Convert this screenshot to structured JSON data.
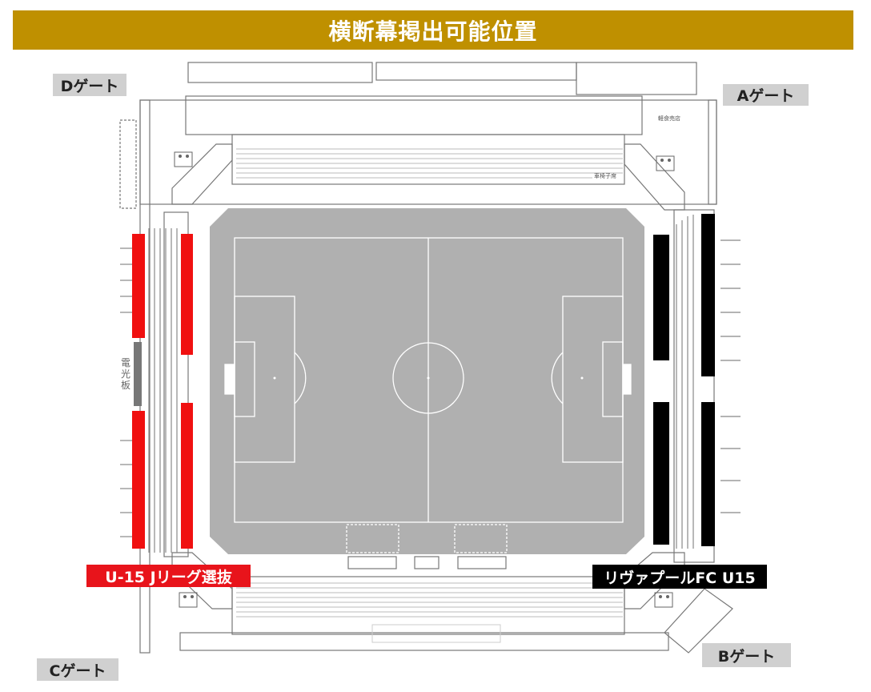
{
  "title": "横断幕掲出可能位置",
  "gates": {
    "d": "Dゲート",
    "a": "Aゲート",
    "c": "Cゲート",
    "b": "Bゲート"
  },
  "teams": {
    "home": {
      "label": "U-15 Jリーグ選抜",
      "color": "#e8141b"
    },
    "away": {
      "label": "リヴァプールFC U15",
      "color": "#000000"
    }
  },
  "facilities": {
    "scoreboard": "電光板",
    "snack_stand": "軽食売店",
    "wheelchair_seats": "車椅子席"
  },
  "colors": {
    "title_bg": "#bf9000",
    "pitch": "#b0b0b0",
    "gate_bg": "#d0d0d0"
  }
}
